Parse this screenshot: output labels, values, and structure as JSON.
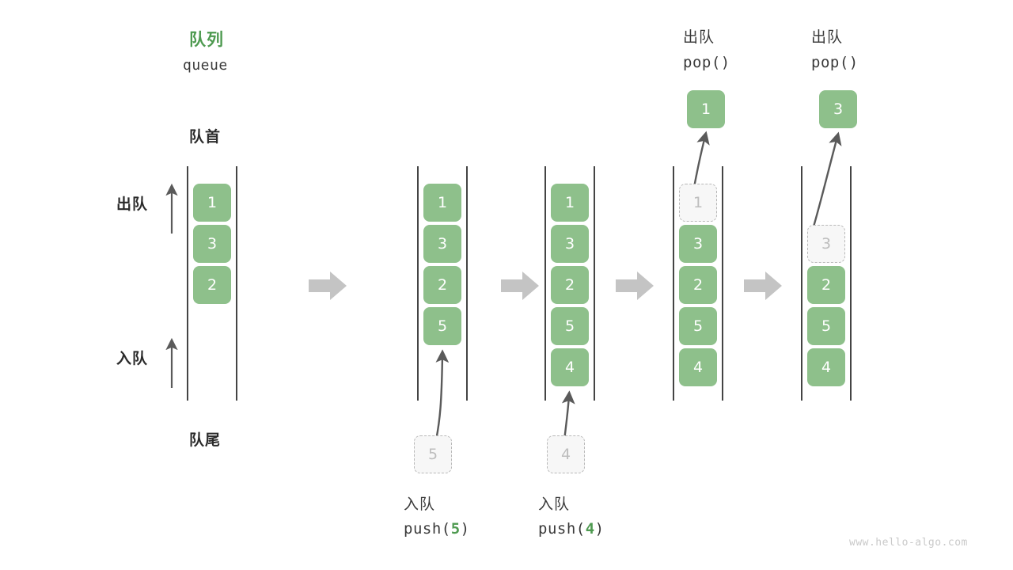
{
  "meta": {
    "watermark": "www.hello-algo.com",
    "colors": {
      "accent_green": "#4e9a50",
      "cell_fill": "#8ec08b",
      "cell_text": "#ffffff",
      "ghost_fill": "#f7f7f7",
      "ghost_border": "#b8b8b8",
      "ghost_text": "#bdbdbd",
      "rail": "#444444",
      "step_arrow": "#c4c4c4",
      "thin_arrow": "#5a5a5a",
      "text_dark": "#2b2b2b"
    }
  },
  "header": {
    "title_cn": "队列",
    "title_en": "queue"
  },
  "labels": {
    "front": "队首",
    "rear": "队尾",
    "dequeue": "出队",
    "enqueue": "入队"
  },
  "columns": [
    {
      "id": "initial",
      "name": "initial-queue",
      "cells": [
        {
          "value": "1",
          "ghost": false
        },
        {
          "value": "3",
          "ghost": false
        },
        {
          "value": "2",
          "ghost": false
        }
      ]
    },
    {
      "id": "push5",
      "name": "queue-after-push-5",
      "cells": [
        {
          "value": "1",
          "ghost": false
        },
        {
          "value": "3",
          "ghost": false
        },
        {
          "value": "2",
          "ghost": false
        },
        {
          "value": "5",
          "ghost": false
        }
      ],
      "incoming": {
        "value": "5",
        "ghost": true
      },
      "caption_cn": "入队",
      "caption_code_prefix": "push(",
      "caption_code_arg": "5",
      "caption_code_suffix": ")"
    },
    {
      "id": "push4",
      "name": "queue-after-push-4",
      "cells": [
        {
          "value": "1",
          "ghost": false
        },
        {
          "value": "3",
          "ghost": false
        },
        {
          "value": "2",
          "ghost": false
        },
        {
          "value": "5",
          "ghost": false
        },
        {
          "value": "4",
          "ghost": false
        }
      ],
      "incoming": {
        "value": "4",
        "ghost": true
      },
      "caption_cn": "入队",
      "caption_code_prefix": "push(",
      "caption_code_arg": "4",
      "caption_code_suffix": ")"
    },
    {
      "id": "pop1",
      "name": "queue-after-pop-1",
      "cells": [
        {
          "value": "1",
          "ghost": true
        },
        {
          "value": "3",
          "ghost": false
        },
        {
          "value": "2",
          "ghost": false
        },
        {
          "value": "5",
          "ghost": false
        },
        {
          "value": "4",
          "ghost": false
        }
      ],
      "popped": {
        "value": "1",
        "ghost": false
      },
      "header_cn": "出队",
      "header_code": "pop()"
    },
    {
      "id": "pop3",
      "name": "queue-after-pop-3",
      "cells": [
        {
          "value": "",
          "ghost": null
        },
        {
          "value": "3",
          "ghost": true
        },
        {
          "value": "2",
          "ghost": false
        },
        {
          "value": "5",
          "ghost": false
        },
        {
          "value": "4",
          "ghost": false
        }
      ],
      "popped": {
        "value": "3",
        "ghost": false
      },
      "header_cn": "出队",
      "header_code": "pop()"
    }
  ]
}
